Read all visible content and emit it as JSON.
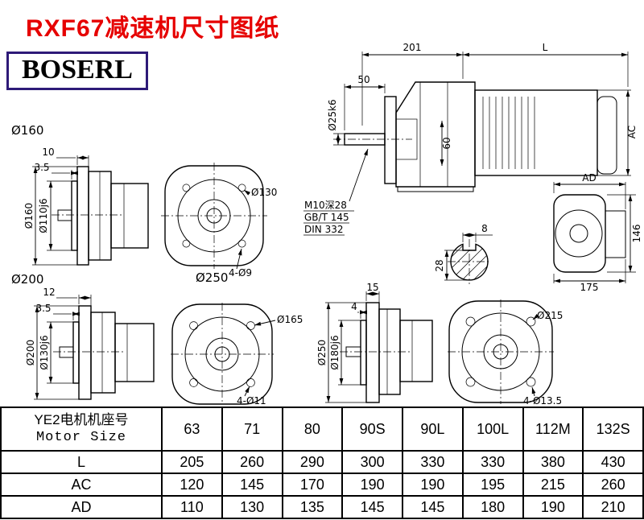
{
  "page": {
    "title": "RXF67减速机尺寸图纸",
    "brand": "BOSERL"
  },
  "colors": {
    "title_red": "#e60000",
    "logo_border": "#2e1a78",
    "line": "#000000"
  },
  "main_view": {
    "dim_201": "201",
    "dim_l": "L",
    "dim_50": "50",
    "dim_shaft": "Ø25k6",
    "dim_60": "60",
    "dim_ac": "AC",
    "note_tap": "M10深28",
    "note_gb": "GB/T 145",
    "note_din": "DIN 332"
  },
  "flange160": {
    "label": "Ø160",
    "dim_a": "10",
    "dim_b": "3.5",
    "dim_od": "Ø160",
    "dim_spigot": "Ø110j6",
    "bolt_circle": "Ø130",
    "holes": "4-Ø9"
  },
  "flange200": {
    "label": "Ø200",
    "dim_a": "12",
    "dim_b": "3.5",
    "dim_od": "Ø200",
    "dim_spigot": "Ø130j6",
    "bolt_circle": "Ø165",
    "holes": "4-Ø11"
  },
  "flange250": {
    "label": "Ø250",
    "dim_a": "15",
    "dim_b": "4",
    "dim_od": "Ø250",
    "dim_spigot": "Ø180j6",
    "bolt_circle": "Ø215",
    "holes": "4-Ø13.5"
  },
  "shaft_section": {
    "dim_width": "8",
    "dim_depth": "28"
  },
  "motor_view": {
    "dim_ad": "AD",
    "dim_146": "146",
    "dim_175": "175"
  },
  "table": {
    "header_cn": "YE2电机机座号",
    "header_en": "Motor Size",
    "sizes": [
      "63",
      "71",
      "80",
      "90S",
      "90L",
      "100L",
      "112M",
      "132S"
    ],
    "rows": [
      {
        "label": "L",
        "values": [
          "205",
          "260",
          "290",
          "300",
          "330",
          "330",
          "380",
          "430"
        ]
      },
      {
        "label": "AC",
        "values": [
          "120",
          "145",
          "170",
          "190",
          "190",
          "195",
          "215",
          "260"
        ]
      },
      {
        "label": "AD",
        "values": [
          "110",
          "130",
          "135",
          "145",
          "145",
          "180",
          "190",
          "210"
        ]
      }
    ]
  }
}
